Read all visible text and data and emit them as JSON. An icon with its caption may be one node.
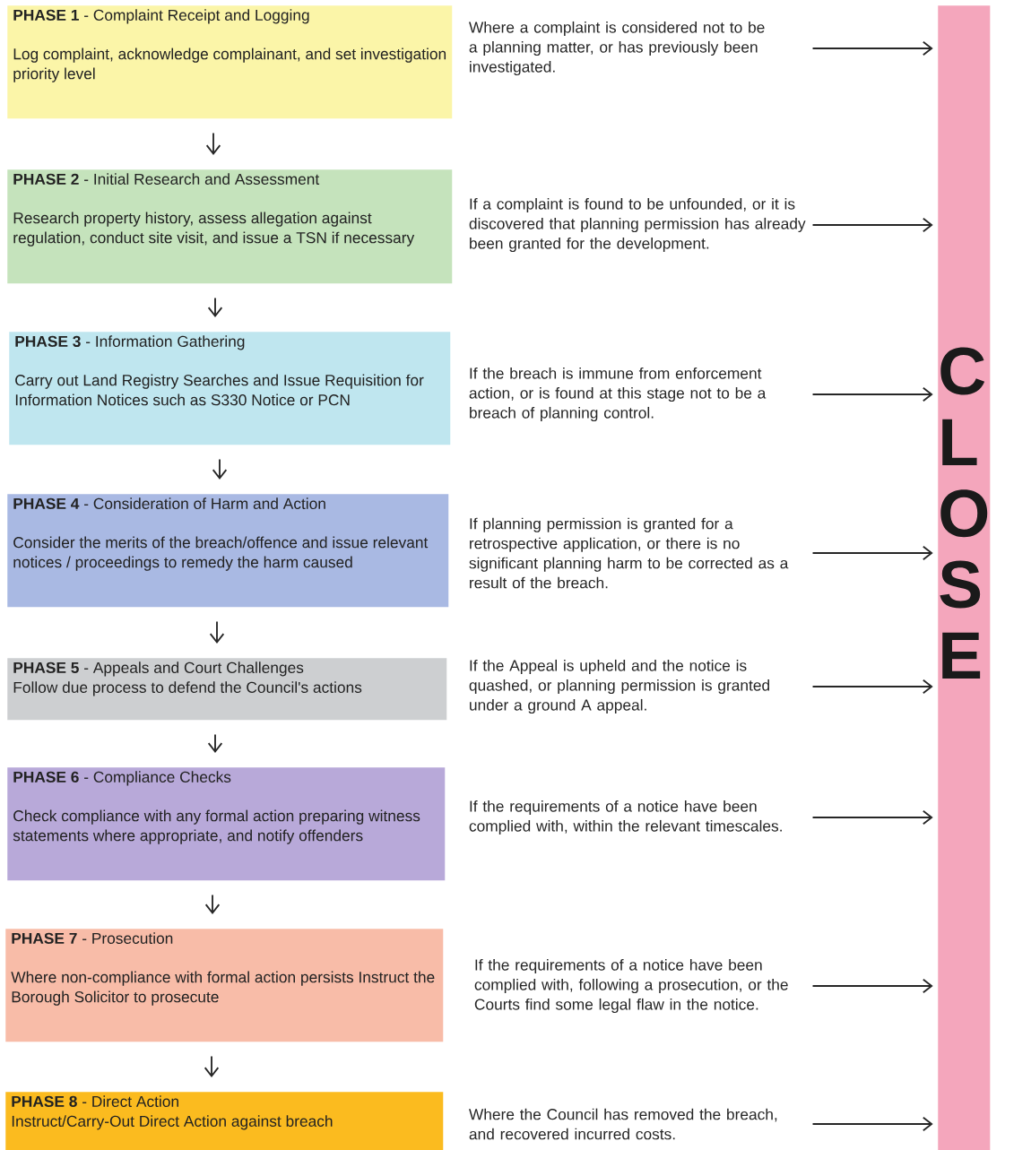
{
  "diagram": {
    "nodes": [
      {
        "text": [
          "**PHASE 1** - Complaint Receipt and Logging",
          "Log complaint, acknowledge complainant, and set investigation priority level"
        ]
      },
      {
        "text": [
          "**PHASE 2** - Initial Research and Assessment",
          "Research property history, assess allegation against regulation, conduct site visit, and issue a TSN if necessary"
        ]
      },
      {
        "text": [
          "**PHASE 3** - Information Gathering",
          "Carry out Land Registry Searches and Issue Requisition for Information Notices such as S330 Notice or PCN"
        ]
      },
      {
        "text": [
          "**PHASE 4** - Consideration of Harm and Action",
          "Consider the merits of the breach/offence and issue relevant notices / proceedings to remedy the harm caused"
        ]
      },
      {
        "text": [
          "**PHASE 5** - Appeals and Court Challenges",
          "Follow due process to defend the Council's actions"
        ]
      },
      {
        "text": [
          "**PHASE 6** - Compliance Checks",
          "Check compliance with any formal action preparing witness statements where appropriate, and notify offenders"
        ]
      },
      {
        "text": [
          "**PHASE 7** - Prosecution",
          "Where non-compliance with formal action persists Instruct the Borough Solicitor to prosecute"
        ]
      },
      {
        "text": [
          "**PHASE 8** - Direct Action",
          "Instruct/Carry-Out Direct Action against breach"
        ]
      },
      {
        "text": [
          "Where a complaint is considered not to be a planning matter, or has previously been investigated."
        ]
      },
      {
        "text": [
          "If a complaint is found to be unfounded, or it is discovered that planning permission has already been granted for the development."
        ]
      },
      {
        "text": [
          "If the breach is immune from enforcement action, or is found at this stage not to be a breach of planning control."
        ]
      },
      {
        "text": [
          "If planning permission is granted for a retrospective application, or there is no significant planning harm to be corrected as a result of the breach."
        ]
      },
      {
        "text": [
          "If the Appeal is upheld and the notice is quashed, or planning permission is granted under a ground A appeal."
        ]
      },
      {
        "text": [
          "If the requirements of a notice have been complied with, within the relevant timescales."
        ]
      },
      {
        "text": [
          "If the requirements of a notice have been complied with, following a prosecution, or the Courts find some legal flaw in the notice."
        ]
      },
      {
        "text": [
          "Where the Council has removed the breach, and recovered incurred costs."
        ]
      },
      {
        "text": [
          "CLOSE"
        ]
      }
    ],
    "edges": [
      {
        "from": 0,
        "to": 1,
        "arrow": "to"
      },
      {
        "from": 1,
        "to": 2,
        "arrow": "to"
      },
      {
        "from": 2,
        "to": 3,
        "arrow": "to"
      },
      {
        "from": 3,
        "to": 4,
        "arrow": "to"
      },
      {
        "from": 4,
        "to": 5,
        "arrow": "to"
      },
      {
        "from": 5,
        "to": 6,
        "arrow": "to"
      },
      {
        "from": 6,
        "to": 7,
        "arrow": "to"
      },
      {
        "from": 8,
        "to": 16,
        "arrow": "to"
      },
      {
        "from": 9,
        "to": 16,
        "arrow": "to"
      },
      {
        "from": 10,
        "to": 16,
        "arrow": "to"
      },
      {
        "from": 11,
        "to": 16,
        "arrow": "to"
      },
      {
        "from": 12,
        "to": 16,
        "arrow": "to"
      },
      {
        "from": 13,
        "to": 16,
        "arrow": "to"
      },
      {
        "from": 14,
        "to": 16,
        "arrow": "to"
      },
      {
        "from": 15,
        "to": 16,
        "arrow": "to"
      }
    ]
  }
}
